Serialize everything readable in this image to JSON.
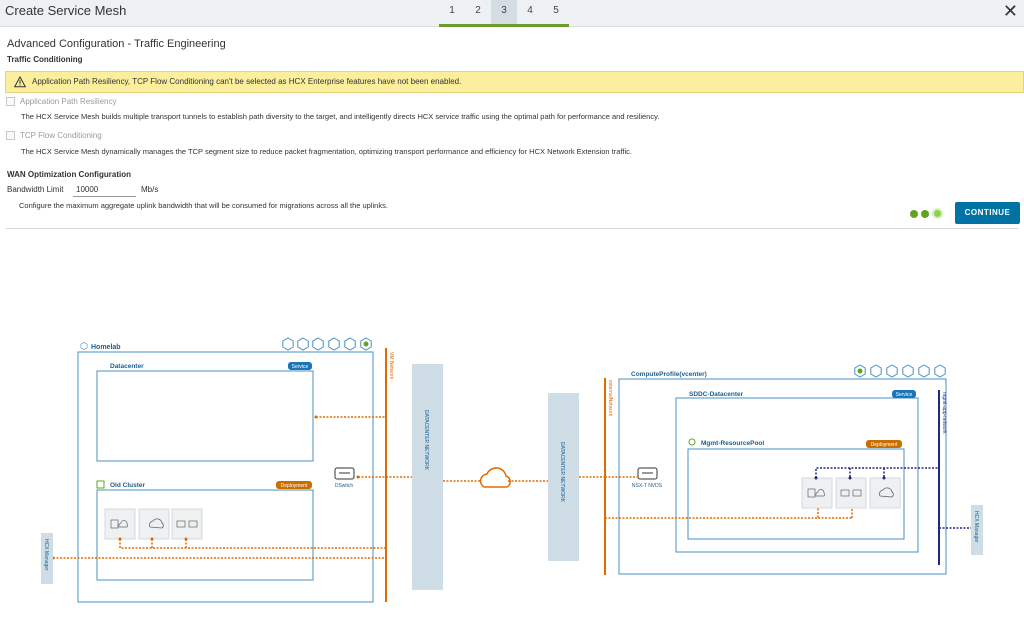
{
  "header": {
    "title": "Create Service Mesh",
    "steps": [
      "1",
      "2",
      "3",
      "4",
      "5"
    ],
    "active_step": "3",
    "close_icon": "close-icon"
  },
  "section": {
    "title": "Advanced Configuration - Traffic Engineering",
    "subtitle": "Traffic Conditioning"
  },
  "alert": {
    "text": "Application Path Resiliency, TCP Flow Conditioning can't be selected as HCX Enterprise features have not been enabled.",
    "icon": "warning-icon",
    "color": "#fbef9d"
  },
  "options": [
    {
      "label": "Application Path Resiliency",
      "checked": false,
      "description": "The HCX Service Mesh builds multiple transport tunnels to establish path diversity to the target, and intelligently directs HCX service traffic using the optimal path for performance and resiliency."
    },
    {
      "label": "TCP Flow Conditioning",
      "checked": false,
      "description": "The HCX Service Mesh dynamically manages the TCP segment size to reduce packet fragmentation, optimizing transport performance and efficiency for HCX Network Extension traffic."
    }
  ],
  "wan": {
    "title": "WAN Optimization Configuration",
    "bandwidth_label": "Bandwidth Limit",
    "bandwidth_value": "10000",
    "bandwidth_unit": "Mb/s",
    "description": "Configure the maximum aggregate uplink bandwidth that will be consumed for migrations across all the uplinks."
  },
  "actions": {
    "continue_label": "CONTINUE",
    "primary_color": "#0072a3"
  },
  "diagram": {
    "source": {
      "site": "Homelab",
      "datacenter": "Datacenter",
      "datacenter_badge": "Service",
      "cluster": "Old Cluster",
      "cluster_badge": "Deployment",
      "switch": "DSwitch",
      "network_label": "VM Network",
      "manager": "HCX Manager"
    },
    "target": {
      "site": "ComputeProfile(vcenter)",
      "datacenter": "SDDC-Datacenter",
      "datacenter_badge": "Service",
      "pool": "Mgmt-ResourcePool",
      "pool_badge": "Deployment",
      "switch": "NSX-T NVDS",
      "network_label": "externalNetwork",
      "mgmt_network_label": "mgmt-app-network",
      "manager": "HCX Manager"
    },
    "left_network": "DATACENTER NETWORK",
    "right_network": "DATACENTER NETWORK",
    "colors": {
      "orange": "#e06c00",
      "navy": "#1d2a7a",
      "box_border": "#4a90c2",
      "network_bar": "#cfdde6",
      "service_badge": "#1a76b8",
      "deployment_badge": "#c96f00"
    }
  }
}
